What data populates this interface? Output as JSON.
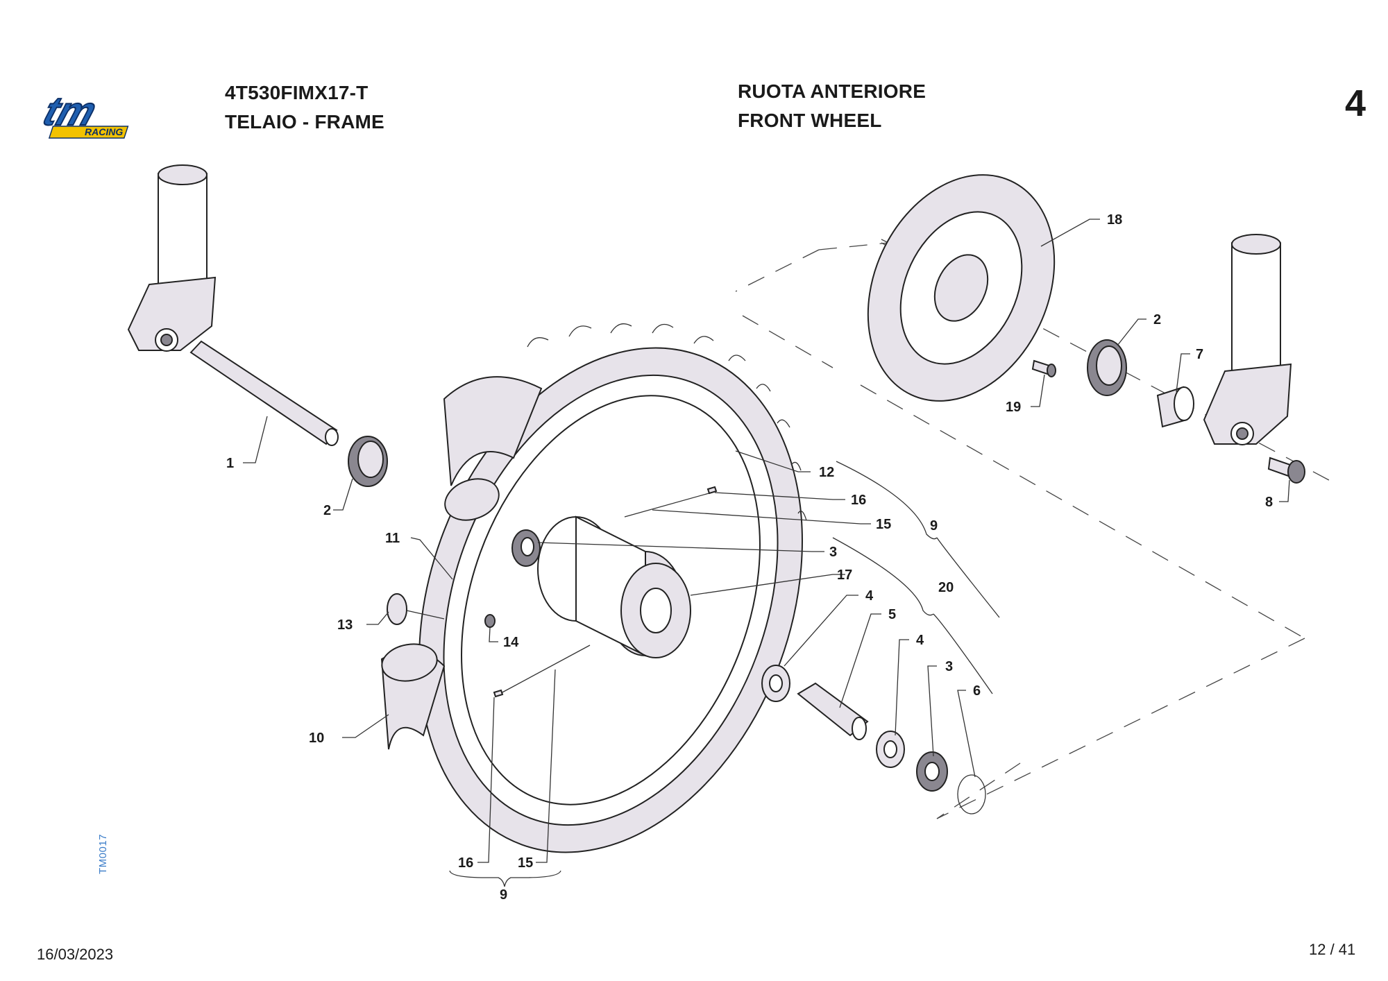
{
  "header": {
    "model_code": "4T530FIMX17-T",
    "group": "TELAIO - FRAME",
    "title_it": "RUOTA ANTERIORE",
    "title_en": "FRONT WHEEL",
    "table_number": "4"
  },
  "logo": {
    "text": "tm",
    "subtext": "RACING",
    "color_main": "#1f5fb0",
    "color_sub": "#f2c200"
  },
  "drawing_ref": "TM0017",
  "footer": {
    "date": "16/03/2023",
    "page": "12 / 41"
  },
  "callouts": {
    "c1": "1",
    "c2a": "2",
    "c2b": "2",
    "c3a": "3",
    "c3b": "3",
    "c4a": "4",
    "c4b": "4",
    "c5": "5",
    "c6": "6",
    "c7": "7",
    "c8": "8",
    "c9a": "9",
    "c9b": "9",
    "c10": "10",
    "c11": "11",
    "c12": "12",
    "c13": "13",
    "c14": "14",
    "c15a": "15",
    "c15b": "15",
    "c16a": "16",
    "c16b": "16",
    "c17": "17",
    "c18": "18",
    "c19": "19",
    "c20": "20"
  }
}
